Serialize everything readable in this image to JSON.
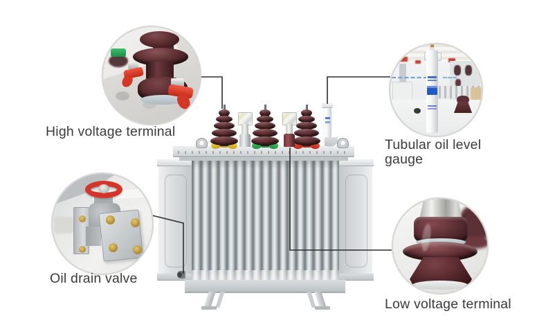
{
  "diagram": {
    "subject": "oil immersed distribution transformer",
    "callouts": [
      {
        "id": "high-voltage-terminal",
        "label": "High voltage terminal"
      },
      {
        "id": "tubular-oil-level-gauge",
        "label": "Tubular oil level gauge"
      },
      {
        "id": "oil-drain-valve",
        "label": "Oil drain valve"
      },
      {
        "id": "low-voltage-terminal",
        "label": "Low voltage terminal"
      }
    ],
    "colors": {
      "background": "#ffffff",
      "label_text": "#3a3a3a",
      "callout_line": "#2d2d2d",
      "tank_gray": "#d3d7d9",
      "insulator_maroon": "#4e282c",
      "clamp_yellow": "#e5c32f",
      "clamp_green": "#2fae52",
      "clamp_red": "#d93a28",
      "handwheel_red": "#d5342b",
      "gauge_blue": "#2b55b8",
      "brass": "#c2992f"
    }
  }
}
